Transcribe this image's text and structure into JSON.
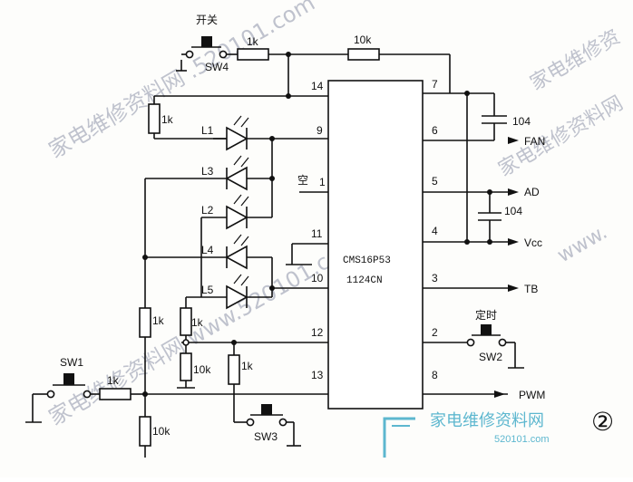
{
  "chip": {
    "part_number": "CMS16P53",
    "code": "1124CN"
  },
  "pins": {
    "p14": "14",
    "p9": "9",
    "p1": "1",
    "p11": "11",
    "p10": "10",
    "p12": "12",
    "p13": "13",
    "p7": "7",
    "p6": "6",
    "p5": "5",
    "p4": "4",
    "p3": "3",
    "p2": "2",
    "p8": "8"
  },
  "leds": {
    "l1": "L1",
    "l2": "L2",
    "l3": "L3",
    "l4": "L4",
    "l5": "L5"
  },
  "switches": {
    "sw1": "SW1",
    "sw2": "SW2",
    "sw3": "SW3",
    "sw4": "SW4",
    "power_label": "开关",
    "timer_label": "定时"
  },
  "resistors": {
    "r_sw4": "1k",
    "r_top": "10k",
    "r_led": "1k",
    "r_sw1": "1k",
    "r_bottom": "10k",
    "r_mid": "1k",
    "r_pin12_a": "1k",
    "r_pin12_b": "10k",
    "r_sw3": "1k"
  },
  "capacitors": {
    "c1": "104",
    "c2": "104"
  },
  "signals": {
    "fan": "FAN",
    "ad": "AD",
    "vcc": "Vcc",
    "tb": "TB",
    "pwm": "PWM",
    "nc": "空"
  },
  "figure_number": "②",
  "watermarks": {
    "site_name": "家电维修资料网",
    "site_domain": "520101.com",
    "bg_text_1": "家电维修资料网 .520101.com",
    "bg_text_2": "家电维修资料网 www.520101.com",
    "bg_text_3": "家电维修资料网",
    "bg_text_4": "www.",
    "bg_text_5": "家电维修资"
  }
}
